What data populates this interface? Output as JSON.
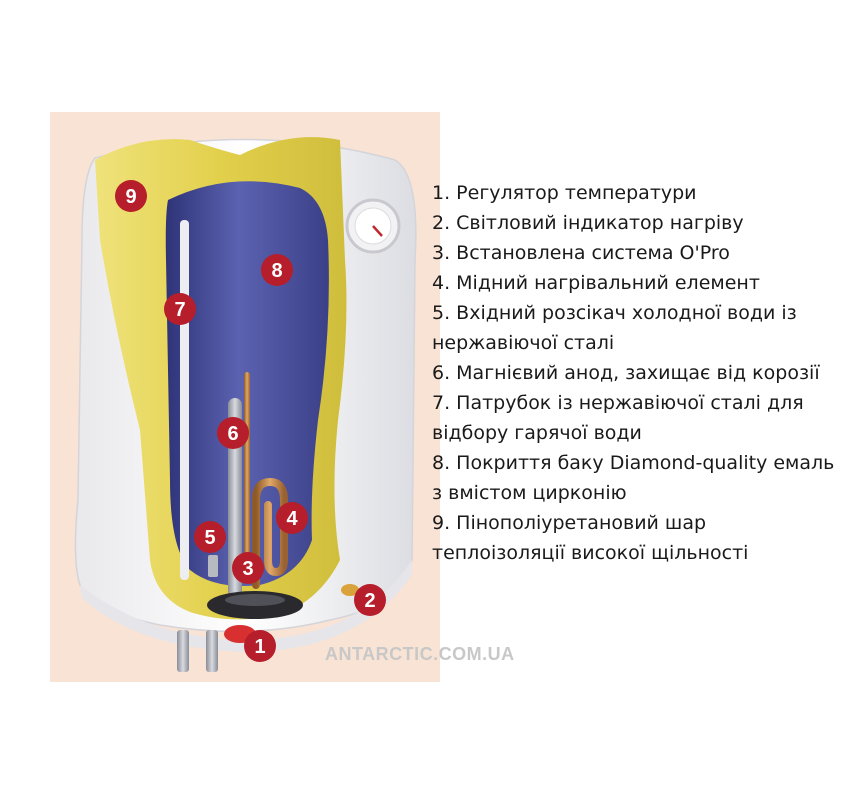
{
  "legend": {
    "items": [
      "1. Регулятор температури",
      "2. Світловий індикатор нагріву",
      "3. Встановлена система O'Pro",
      "4. Мідний нагрівальний елемент",
      "5. Вхідний розсікач холодної води із нержавіючої сталі",
      "6. Магнієвий анод, захищає від корозії",
      "7. Патрубок із нержавіючої сталі для відбору гарячої води",
      "8. Покриття баку Diamond-quality емаль з вмістом цирконію",
      "9. Пінополіуретановий шар теплоізоляції високої щільності"
    ]
  },
  "badges": [
    "1",
    "2",
    "3",
    "4",
    "5",
    "6",
    "7",
    "8",
    "9"
  ],
  "watermark": "ANTARCTIC.COM.UA",
  "colors": {
    "badge": "#b51e2a",
    "tank": "#4a4f9a",
    "insulation": "#e3d45a",
    "background_panel": "#f8e3d4",
    "copper": "#c98a4a"
  }
}
